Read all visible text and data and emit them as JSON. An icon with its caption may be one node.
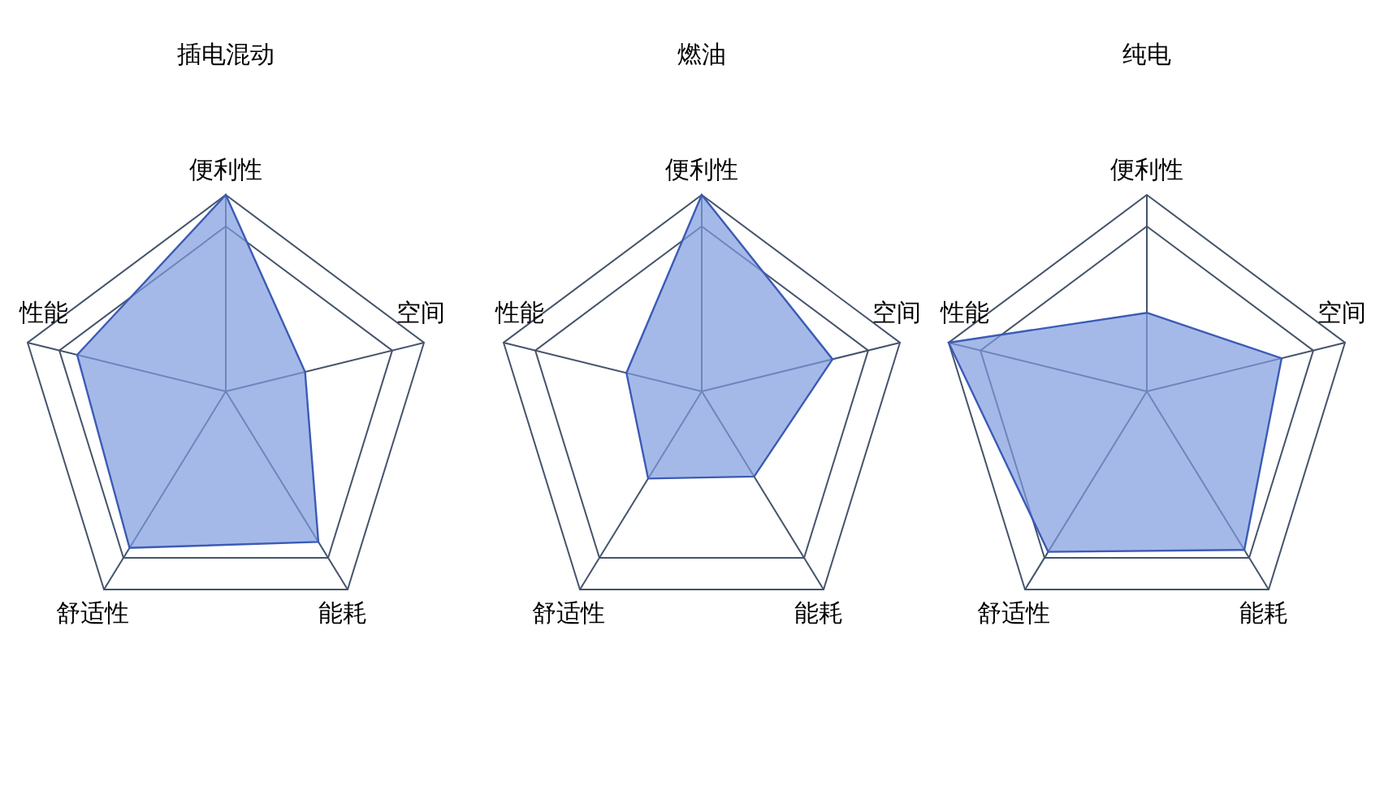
{
  "diagram": {
    "labels": [
      "插电混动",
      "便利性",
      "性能",
      "空间",
      "舒适性",
      "能耗",
      "燃油",
      "便利性",
      "性能",
      "空间",
      "舒适性",
      "能耗",
      "纯电",
      "便利性",
      "性能",
      "空间",
      "舒适性",
      "能耗"
    ]
  }
}
